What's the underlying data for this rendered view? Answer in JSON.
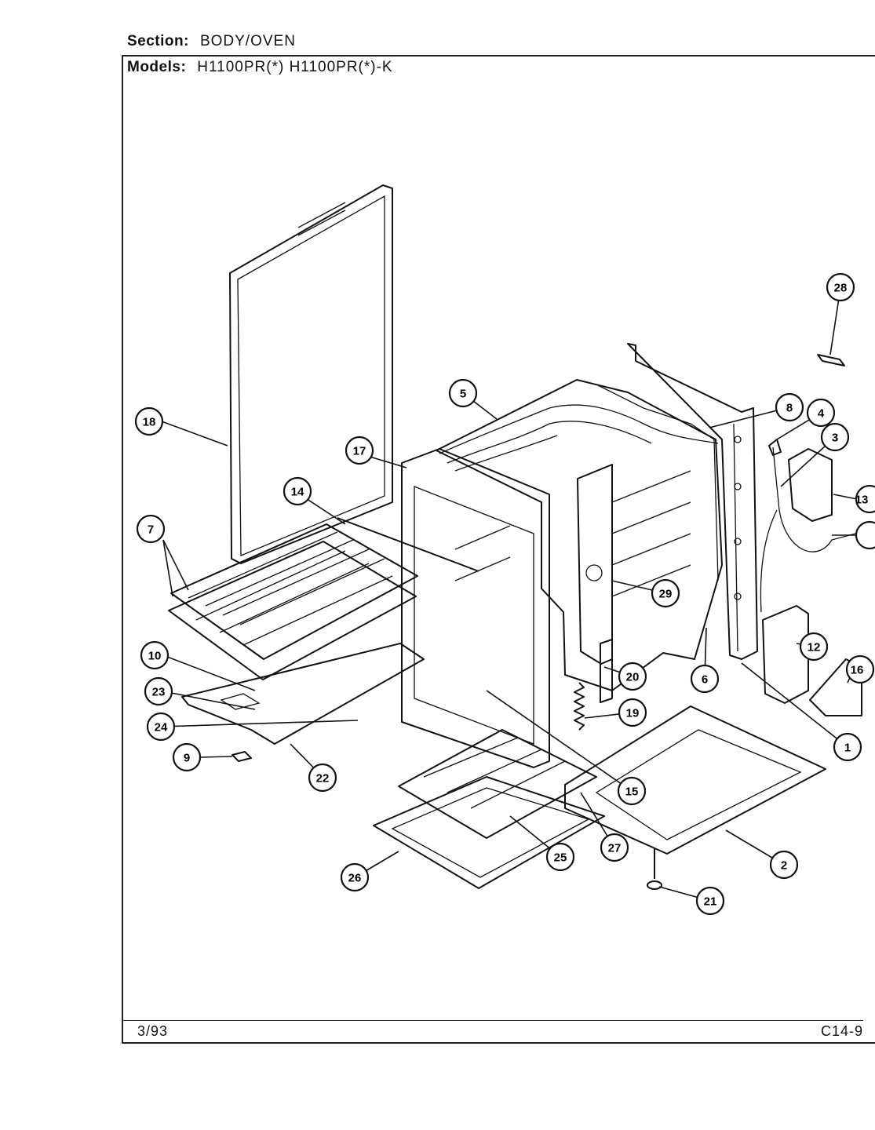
{
  "header": {
    "section_label": "Section:",
    "section_value": "BODY/OVEN",
    "models_label": "Models:",
    "models_value": "H1100PR(*) H1100PR(*)-K"
  },
  "footer": {
    "date": "3/93",
    "page_code": "C14-9"
  },
  "callouts": [
    "1",
    "2",
    "3",
    "4",
    "5",
    "6",
    "7",
    "8",
    "9",
    "10",
    "12",
    "13",
    "14",
    "15",
    "16",
    "17",
    "18",
    "19",
    "20",
    "21",
    "22",
    "23",
    "24",
    "25",
    "26",
    "27",
    "28",
    "29"
  ]
}
